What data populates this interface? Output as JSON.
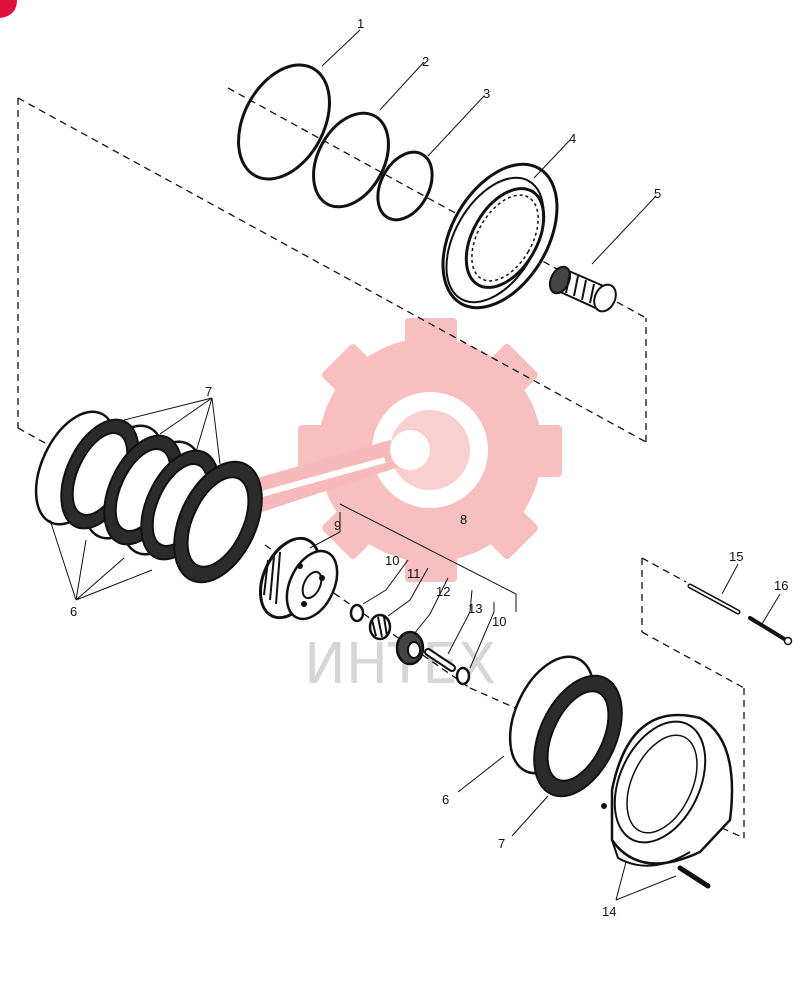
{
  "colors": {
    "ink": "#111111",
    "watermark": "#f6b3b3",
    "corner_badge": "#e0123c"
  },
  "watermark": {
    "logo_icon": "gear-wrench-logo",
    "text": "ИНТЕХ"
  },
  "callouts": {
    "c1": "1",
    "c2": "2",
    "c3": "3",
    "c4": "4",
    "c5": "5",
    "c6_left": "6",
    "c6_right": "6",
    "c7_left": "7",
    "c7_right": "7",
    "c8": "8",
    "c9": "9",
    "c10_a": "10",
    "c10_b": "10",
    "c11": "11",
    "c12": "12",
    "c13": "13",
    "c14": "14",
    "c15": "15",
    "c16": "16"
  }
}
